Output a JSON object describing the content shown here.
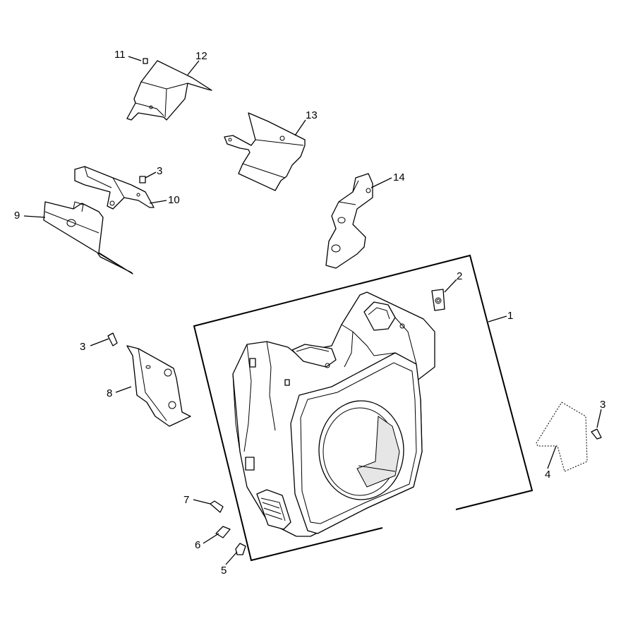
{
  "callouts": {
    "c1": "1",
    "c2": "2",
    "c3a": "3",
    "c3b": "3",
    "c3c": "3",
    "c4": "4",
    "c5": "5",
    "c6": "6",
    "c7": "7",
    "c8": "8",
    "c9": "9",
    "c10": "10",
    "c11": "11",
    "c12": "12",
    "c13": "13",
    "c14": "14"
  }
}
